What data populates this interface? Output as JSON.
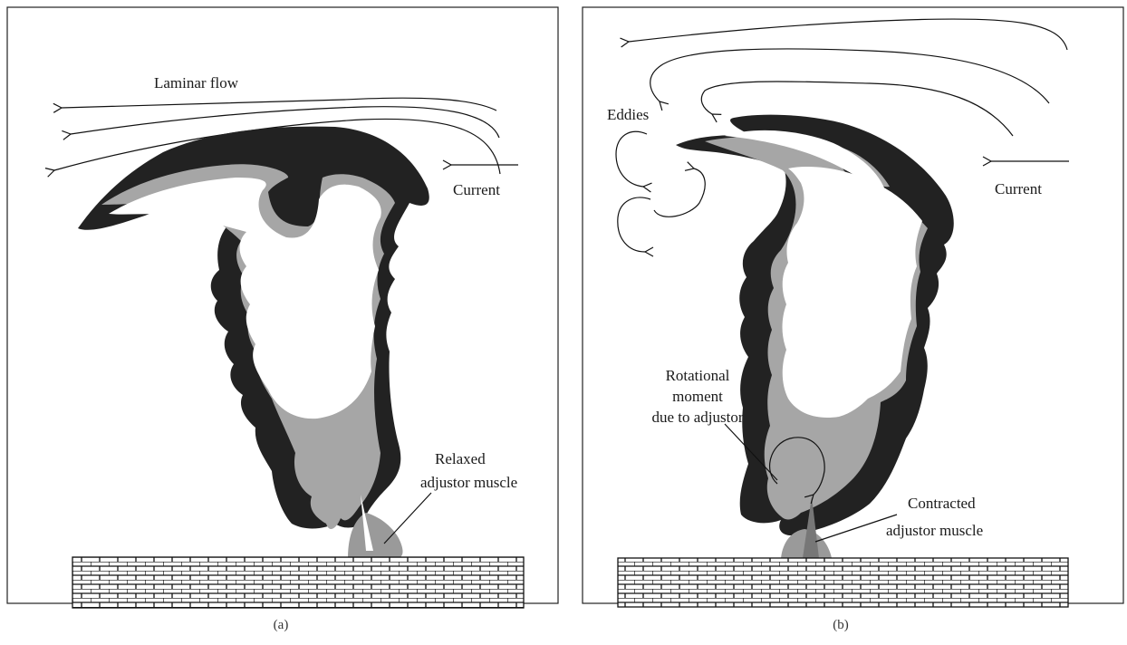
{
  "panels": [
    {
      "caption": "(a)",
      "labels": {
        "laminar": "Laminar flow",
        "current": "Current",
        "muscle_line1": "Relaxed",
        "muscle_line2": "adjustor muscle"
      }
    },
    {
      "caption": "(b)",
      "labels": {
        "eddies": "Eddies",
        "current": "Current",
        "moment_line1": "Rotational",
        "moment_line2": "moment",
        "moment_line3": "due to adjustor",
        "muscle_line1": "Contracted",
        "muscle_line2": "adjustor muscle"
      }
    }
  ],
  "colors": {
    "outer_body": "#222222",
    "inner_layer": "#a6a6a6",
    "background": "#ffffff",
    "line": "#111111"
  }
}
